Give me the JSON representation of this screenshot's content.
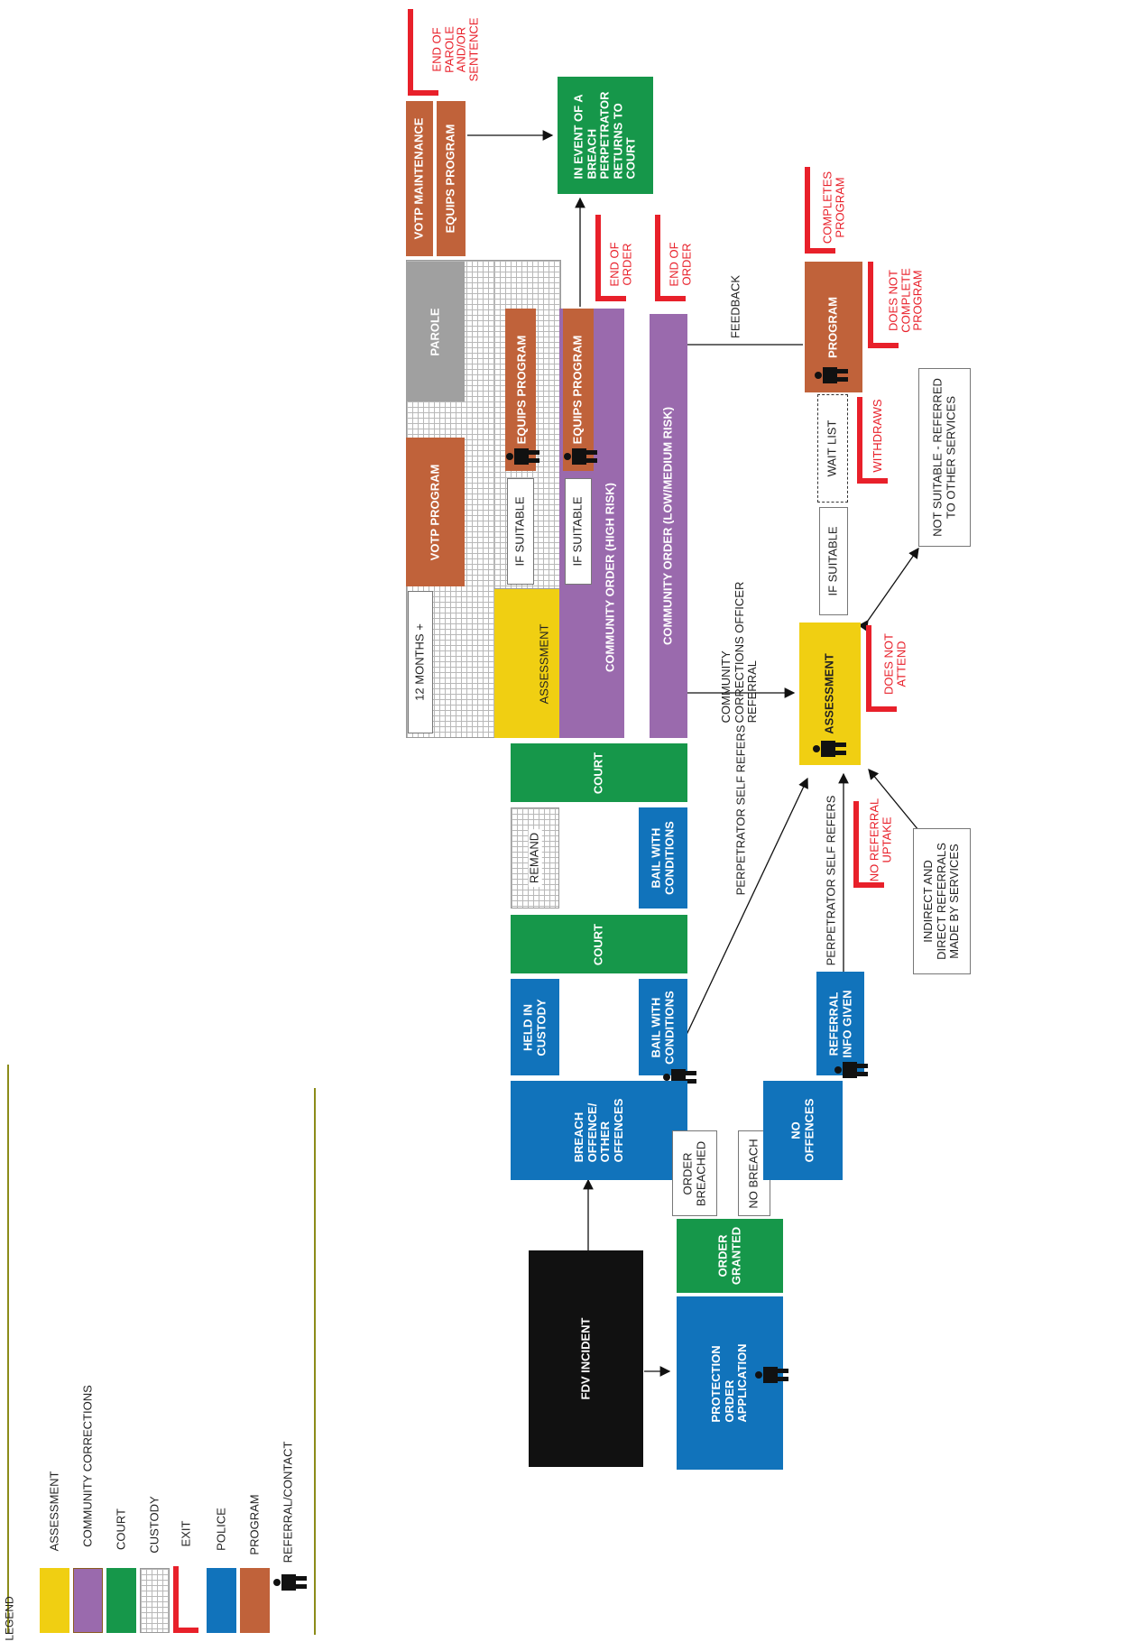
{
  "legend": {
    "title": "LEGEND",
    "items": [
      {
        "label": "ASSESSMENT",
        "color": "#f0cf12"
      },
      {
        "label": "COMMUNITY CORRECTIONS",
        "color": "#9a6aad"
      },
      {
        "label": "COURT",
        "color": "#16974a"
      },
      {
        "label": "CUSTODY",
        "color": "grid-pattern"
      },
      {
        "label": "EXIT",
        "color": "#e8202a"
      },
      {
        "label": "POLICE",
        "color": "#1173bb"
      },
      {
        "label": "PROGRAM",
        "color": "#c0623a"
      },
      {
        "label": "REFERRAL/CONTACT",
        "icon": "person-icon"
      }
    ]
  },
  "nodes": {
    "fdv_incident": "FDV INCIDENT",
    "protection_order": "PROTECTION\nORDER\nAPPLICATION",
    "order_granted": "ORDER\nGRANTED",
    "order_breached": "ORDER\nBREACHED",
    "no_breach": "NO BREACH",
    "breach_offence": "BREACH\nOFFENCE/\nOTHER\nOFFENCES",
    "no_offences": "NO\nOFFENCES",
    "held_custody": "HELD IN\nCUSTODY",
    "bail_conditions_1": "BAIL WITH\nCONDITIONS",
    "referral_info": "REFERRAL\nINFO GIVEN",
    "court_1": "COURT",
    "remand": "REMAND",
    "bail_conditions_2": "BAIL WITH\nCONDITIONS",
    "court_2": "COURT",
    "twelve_months": "12 MONTHS +",
    "votp_program": "VOTP PROGRAM",
    "parole": "PAROLE",
    "votp_maintenance": "VOTP MAINTENANCE",
    "equips_program_top": "EQUIPS PROGRAM",
    "assessment_1": "ASSESSMENT",
    "if_suitable_1": "IF SUITABLE",
    "equips_program_1": "EQUIPS PROGRAM",
    "community_high": "COMMUNITY ORDER (HIGH RISK)",
    "if_suitable_2": "IF SUITABLE",
    "equips_program_2": "EQUIPS PROGRAM",
    "community_low": "COMMUNITY ORDER (LOW/MEDIUM RISK)",
    "breach_return": "IN EVENT OF A\nBREACH\nPERPETRATOR\nRETURNS TO\nCOURT",
    "assessment_2": "ASSESSMENT",
    "if_suitable_3": "IF SUITABLE",
    "wait_list": "WAIT LIST",
    "program": "PROGRAM",
    "not_suitable": "NOT SUITABLE - REFERRED\nTO OTHER SERVICES",
    "indirect_referrals": "INDIRECT AND\nDIRECT REFERRALS\nMADE BY SERVICES"
  },
  "exits": {
    "end_parole": "END OF\nPAROLE\nAND/OR\nSENTENCE",
    "end_order_1": "END OF\nORDER",
    "end_order_2": "END OF\nORDER",
    "completes_program": "COMPLETES\nPROGRAM",
    "does_not_complete": "DOES NOT\nCOMPLETE\nPROGRAM",
    "withdraws": "WITHDRAWS",
    "does_not_attend": "DOES NOT\nATTEND",
    "no_referral_uptake": "NO REFERRAL\nUPTAKE"
  },
  "edge_labels": {
    "self_refers_1": "PERPETRATOR SELF REFERS",
    "self_refers_2": "PERPETRATOR SELF REFERS",
    "cco_referral": "COMMUNITY\nCORRECTIONS OFFICER\nREFERRAL",
    "feedback": "FEEDBACK"
  }
}
